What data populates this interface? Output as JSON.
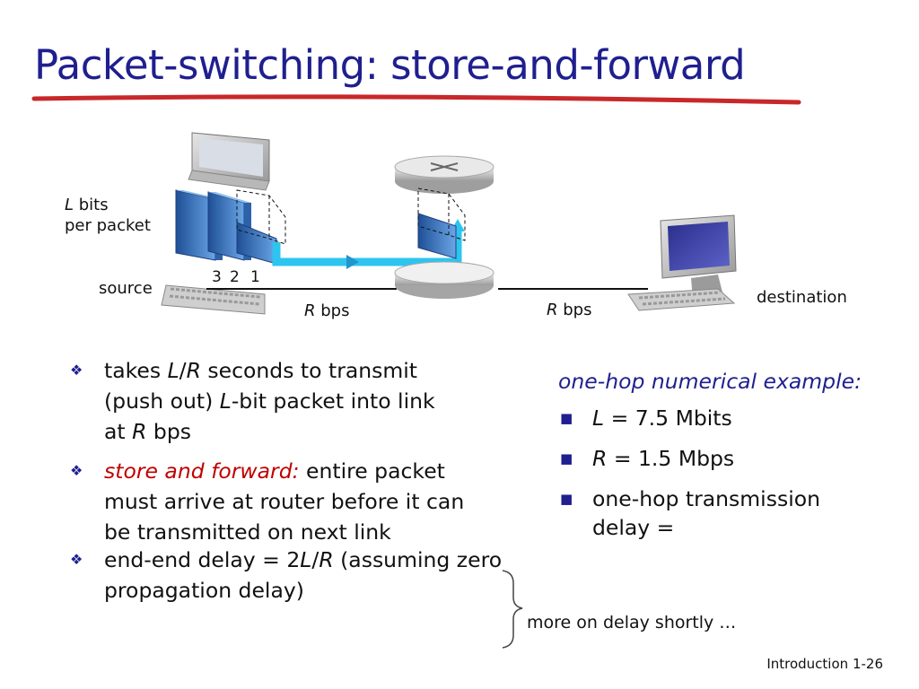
{
  "title": "Packet-switching: store-and-forward",
  "diagram": {
    "l_bits_italic": "L",
    "l_bits_rest": " bits",
    "per_packet": "per packet",
    "packet_numbers": [
      "3",
      "2",
      "1"
    ],
    "source": "source",
    "destination": "destination",
    "rate_italic": "R",
    "rate_unit": " bps"
  },
  "bullets": {
    "b1": {
      "p1": "takes ",
      "lr1": "L",
      "slash": "/",
      "lr2": "R",
      "p2": " seconds to transmit (push out) ",
      "l": "L",
      "p3": "-bit packet into link at ",
      "r": "R",
      "p4": " bps"
    },
    "b2": {
      "red": "store and forward:",
      "rest": " entire packet must  arrive at router before it can be transmitted on next link"
    },
    "b3": {
      "p1": "end-end delay = 2",
      "l": "L",
      "slash": "/",
      "r": "R",
      "p2": " (assuming zero propagation delay)"
    }
  },
  "side_note": "more on delay shortly …",
  "example": {
    "heading": "one-hop numerical example:",
    "item1_var": "L",
    "item1_rest": " = 7.5 Mbits",
    "item2_var": "R",
    "item2_rest": " = 1.5 Mbps",
    "item3": "one-hop transmission delay ="
  },
  "footer": {
    "label": "Introduction",
    "page": "1-26"
  },
  "colors": {
    "title": "#1f1f8f",
    "accent_red": "#c00000",
    "link_blue": "#2ec4f0",
    "packet_blue": "#3a78c2"
  }
}
